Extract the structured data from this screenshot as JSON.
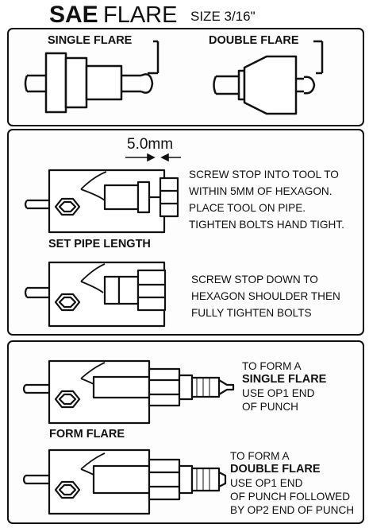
{
  "header": {
    "title_bold": "SAE",
    "title_rest": "FLARE",
    "size_text": "SIZE 3/16\""
  },
  "top_panel": {
    "single_label": "SINGLE FLARE",
    "double_label": "DOUBLE FLARE"
  },
  "set_section": {
    "dimension": "5.0mm",
    "step1": [
      "SCREW STOP INTO TOOL TO",
      "WITHIN 5MM OF HEXAGON.",
      "PLACE TOOL ON PIPE.",
      "TIGHTEN BOLTS HAND TIGHT."
    ],
    "heading": "SET PIPE LENGTH",
    "step2": [
      "SCREW STOP  DOWN TO",
      "HEXAGON SHOULDER THEN",
      "FULLY TIGHTEN BOLTS"
    ]
  },
  "form_section": {
    "single": {
      "line1": "TO FORM A",
      "bold": "SINGLE FLARE",
      "line3": "USE OP1 END",
      "line4": "OF PUNCH"
    },
    "heading": "FORM FLARE",
    "double": {
      "line1": "TO FORM A",
      "bold": "DOUBLE FLARE",
      "line3": "USE OP1 END",
      "line4": "OF PUNCH FOLLOWED",
      "line5": "BY OP2 END OF PUNCH"
    }
  }
}
